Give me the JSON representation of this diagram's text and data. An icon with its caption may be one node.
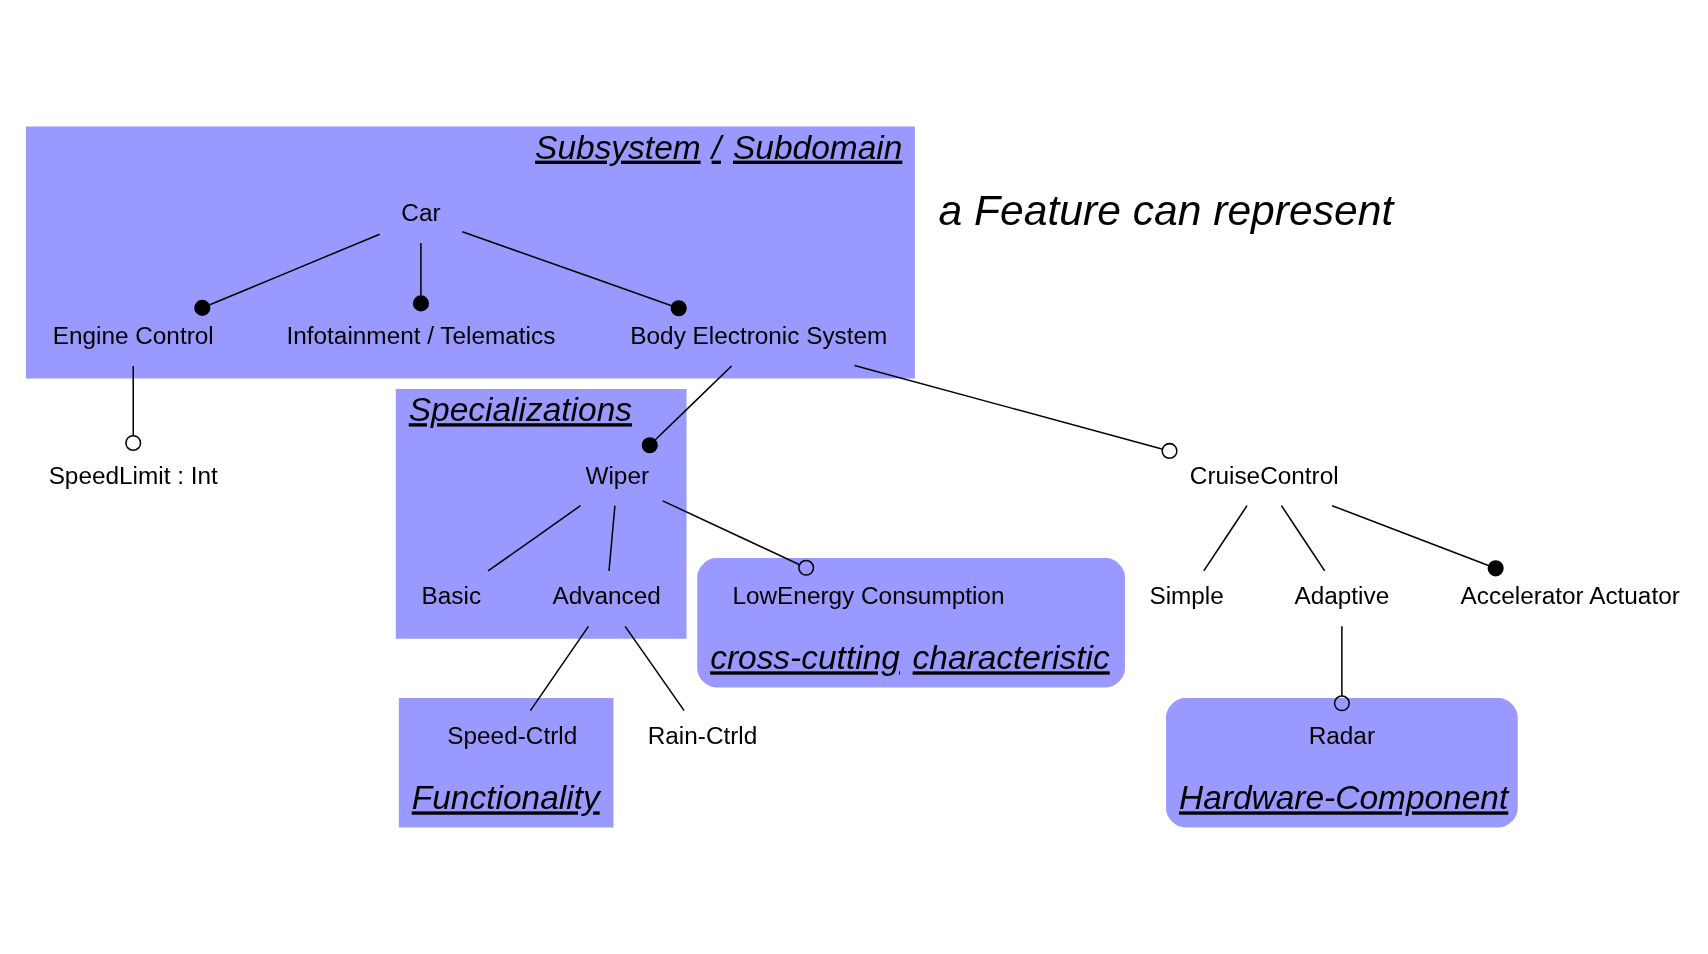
{
  "diagram": {
    "nodes": [
      {
        "text": [
          "Subsystem / Subdomain"
        ]
      },
      {
        "text": [
          "Car"
        ],
        "in": 0
      },
      {
        "text": [
          "Engine Control"
        ],
        "in": 0
      },
      {
        "text": [
          "Infotainment / Telematics"
        ],
        "in": 0
      },
      {
        "text": [
          "Body Electronic System"
        ],
        "in": 0
      },
      {
        "text": [
          "SpeedLimit : Int"
        ]
      },
      {
        "text": [
          "Specializations"
        ]
      },
      {
        "text": [
          "Wiper"
        ],
        "in": 6
      },
      {
        "text": [
          "Basic"
        ],
        "in": 6
      },
      {
        "text": [
          "Advanced"
        ],
        "in": 6
      },
      {
        "text": [
          "cross-cutting characteristic"
        ]
      },
      {
        "text": [
          "LowEnergy Consumption"
        ],
        "in": 10
      },
      {
        "text": [
          "CruiseControl"
        ]
      },
      {
        "text": [
          "Simple"
        ]
      },
      {
        "text": [
          "Adaptive"
        ]
      },
      {
        "text": [
          "Accelerator Actuator"
        ]
      },
      {
        "text": [
          "Functionality"
        ]
      },
      {
        "text": [
          "Speed-Ctrld"
        ],
        "in": 16
      },
      {
        "text": [
          "Rain-Ctrld"
        ]
      },
      {
        "text": [
          "Hardware-Component"
        ]
      },
      {
        "text": [
          "Radar"
        ],
        "in": 19
      }
    ],
    "edges": [
      {
        "from": 1,
        "to": 2,
        "arrow": "other"
      },
      {
        "from": 1,
        "to": 3,
        "arrow": "other"
      },
      {
        "from": 1,
        "to": 4,
        "arrow": "other"
      },
      {
        "from": 2,
        "to": 5,
        "arrow": "other"
      },
      {
        "from": 4,
        "to": 7,
        "arrow": "other"
      },
      {
        "from": 4,
        "to": 12,
        "arrow": "other"
      },
      {
        "from": 7,
        "to": 8,
        "arrow": "none"
      },
      {
        "from": 7,
        "to": 9,
        "arrow": "none"
      },
      {
        "from": 7,
        "to": 11,
        "arrow": "other"
      },
      {
        "from": 12,
        "to": 13,
        "arrow": "none"
      },
      {
        "from": 12,
        "to": 14,
        "arrow": "none"
      },
      {
        "from": 12,
        "to": 15,
        "arrow": "other"
      },
      {
        "from": 9,
        "to": 17,
        "arrow": "none"
      },
      {
        "from": 9,
        "to": 18,
        "arrow": "none"
      },
      {
        "from": 14,
        "to": 20,
        "arrow": "other"
      }
    ],
    "labels": [
      "a Feature can represent"
    ]
  }
}
